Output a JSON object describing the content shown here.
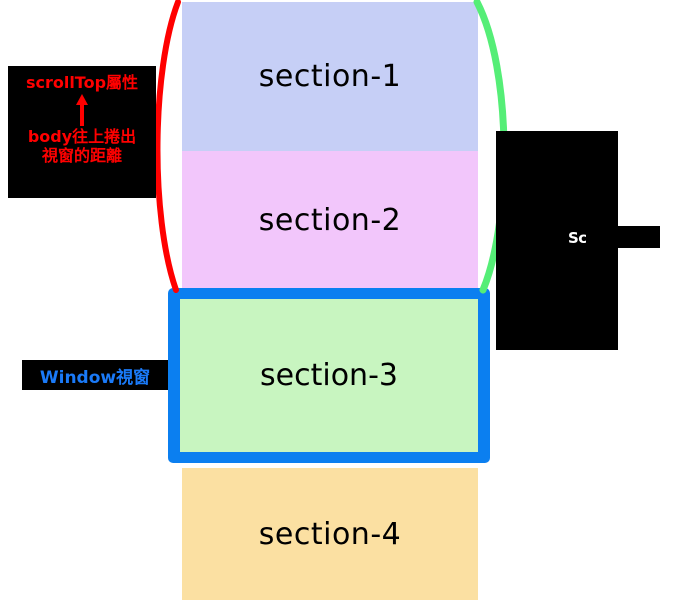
{
  "diagram": {
    "title_hidden": "",
    "colors": {
      "section1_bg": "#c6cff6",
      "section2_bg": "#f2c6fb",
      "section3_bg": "#c8f5c0",
      "section4_bg": "#fbe0a2",
      "viewport_border": "#0b7ff0",
      "left_brace": "#ff0000",
      "right_brace": "#55ee77",
      "note_bg": "#000000",
      "scrolltop_text": "#ff0000",
      "window_text": "#1a7af8",
      "right_note_text": "#ffffff"
    }
  },
  "sections": [
    {
      "id": "section-1",
      "label": "section-1"
    },
    {
      "id": "section-2",
      "label": "section-2"
    },
    {
      "id": "section-3",
      "label": "section-3"
    },
    {
      "id": "section-4",
      "label": "section-4"
    }
  ],
  "annotations": {
    "scrolltop": {
      "line_top": "scrollTop屬性",
      "line_bottom_1": "body往上捲出",
      "line_bottom_2": "視窗的距離",
      "arrow": "up-arrow"
    },
    "window": {
      "label": "Window視窗"
    },
    "right": {
      "label": "Sc"
    }
  }
}
